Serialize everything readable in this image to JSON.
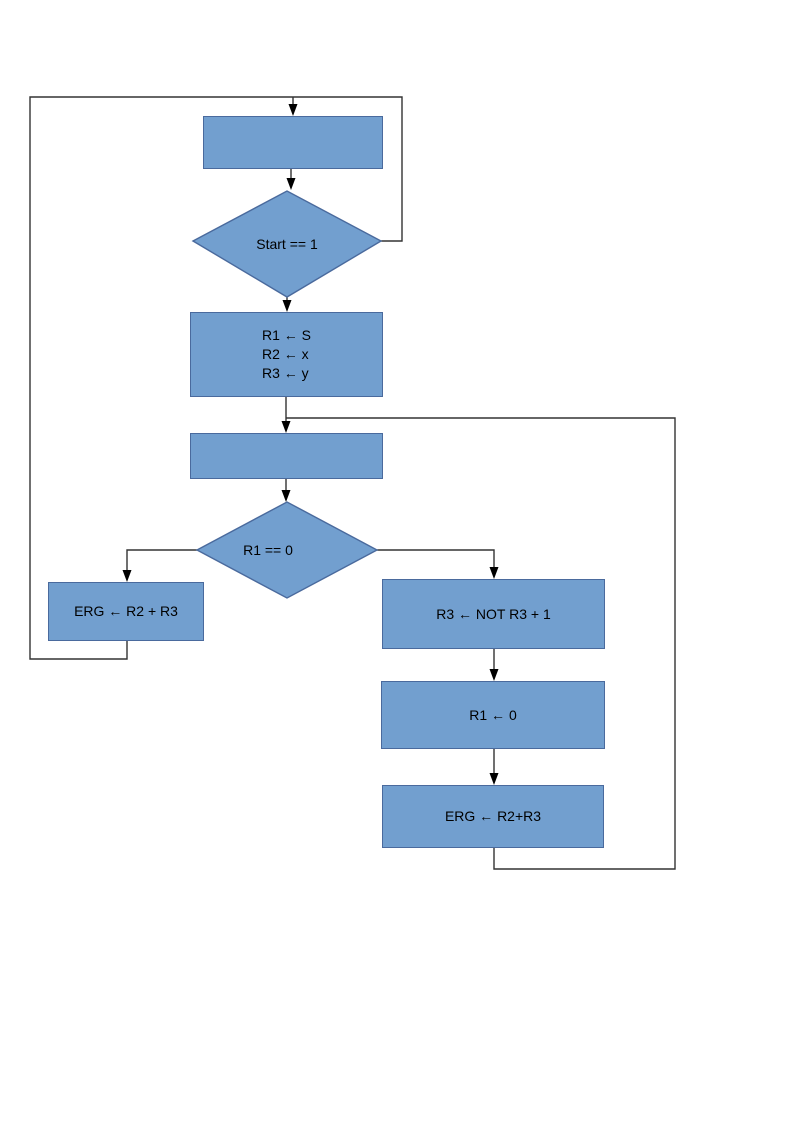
{
  "colors": {
    "page_background": "#ffffff",
    "node_fill": "#729fcf",
    "node_border": "#4a6a9d",
    "connector": "#333333",
    "arrowhead": "#000000",
    "text": "#000000"
  },
  "nodes": {
    "top_process": {
      "label": ""
    },
    "start_decision": {
      "label": "Start == 1"
    },
    "init_process": {
      "line1": "R1 ← S",
      "line2": "R2 ← x",
      "line3": "R3 ← y"
    },
    "loop_process": {
      "label": ""
    },
    "r1_decision": {
      "label": "R1 == 0"
    },
    "erg_left_process": {
      "label": "ERG ← R2 + R3"
    },
    "not_process": {
      "label": "R3 ← NOT R3 + 1"
    },
    "r1_clear_process": {
      "label": "R1 ← 0"
    },
    "erg_right_process": {
      "label": "ERG ← R2+R3"
    }
  }
}
